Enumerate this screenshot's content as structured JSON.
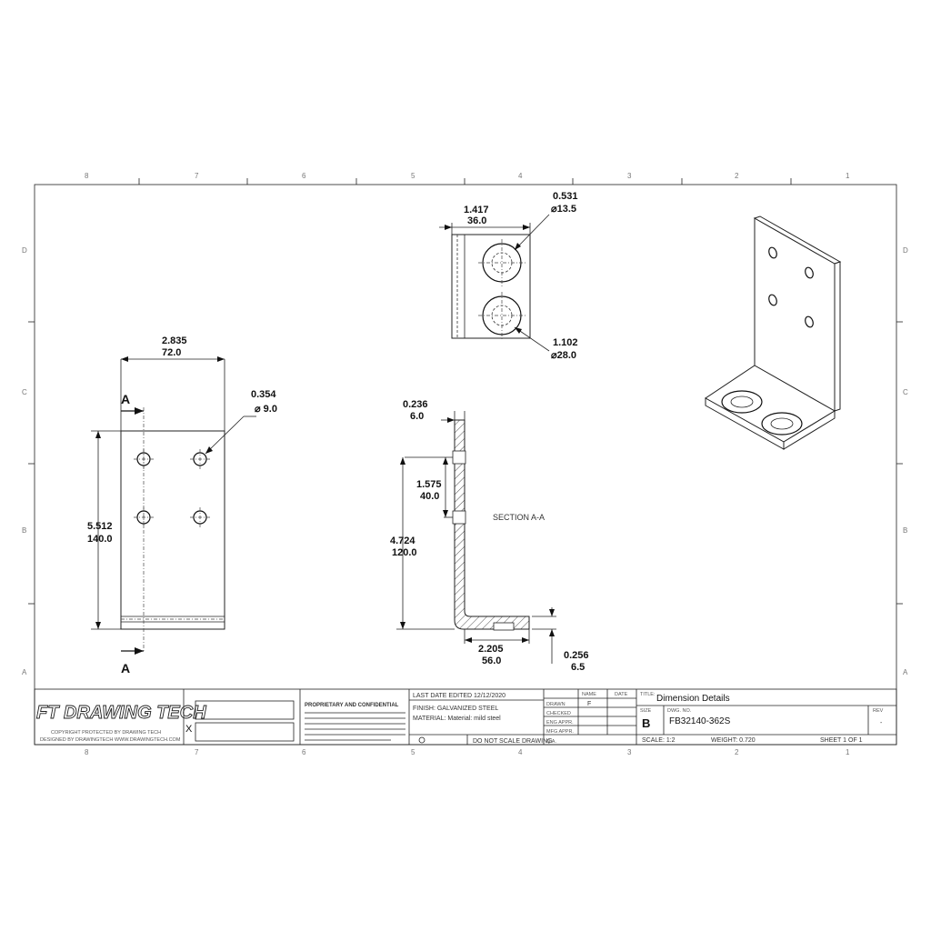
{
  "zones": {
    "top": [
      "8",
      "7",
      "6",
      "5",
      "4",
      "3",
      "2",
      "1"
    ],
    "left": [
      "D",
      "C",
      "B",
      "A"
    ]
  },
  "front_view": {
    "section_marker": "A",
    "width_in": "2.835",
    "width_mm": "72.0",
    "height_in": "5.512",
    "height_mm": "140.0",
    "hole_in": "0.354",
    "hole_mm": "⌀ 9.0"
  },
  "top_view": {
    "width_in": "1.417",
    "width_mm": "36.0",
    "cb_small_in": "0.531",
    "cb_small_mm": "⌀13.5",
    "cb_large_in": "1.102",
    "cb_large_mm": "⌀28.0"
  },
  "section_view": {
    "label": "SECTION A-A",
    "thick_in": "0.236",
    "thick_mm": "6.0",
    "hole_pitch_in": "1.575",
    "hole_pitch_mm": "40.0",
    "height_in": "4.724",
    "height_mm": "120.0",
    "leg_in": "2.205",
    "leg_mm": "56.0",
    "base_in": "0.256",
    "base_mm": "6.5"
  },
  "title_block": {
    "logo_text": "FT DRAWING TECH",
    "logo_sub1": "COPYRIGHT PROTECTED BY DRAWING TECH",
    "logo_sub2": "DESIGNED BY DRAWINGTECH WWW.DRAWINGTECH.COM",
    "proprietary": "PROPRIETARY AND CONFIDENTIAL",
    "last_edit": "LAST DATE EDITED 12/12/2020",
    "finish": "FINISH: GALVANIZED STEEL",
    "material": "MATERIAL: Material: mild steel",
    "drawn": "DRAWN",
    "checked": "CHECKED",
    "eng_appr": "ENG APPR.",
    "mfg_appr": "MFG APPR.",
    "qa": "Q.A.",
    "name_col": "NAME",
    "date_col": "DATE",
    "drawn_by": "F",
    "title_label": "TITLE:",
    "title": "Dimension Details",
    "size_label": "SIZE",
    "size": "B",
    "dwg_label": "DWG. NO.",
    "dwg_no": "FB32140-362S",
    "rev_label": "REV",
    "rev": "-",
    "scale": "SCALE: 1:2",
    "weight": "WEIGHT: 0.720",
    "sheet": "SHEET 1 OF 1",
    "do_not_scale": "DO NOT SCALE DRAWING",
    "x_mark": "X"
  }
}
